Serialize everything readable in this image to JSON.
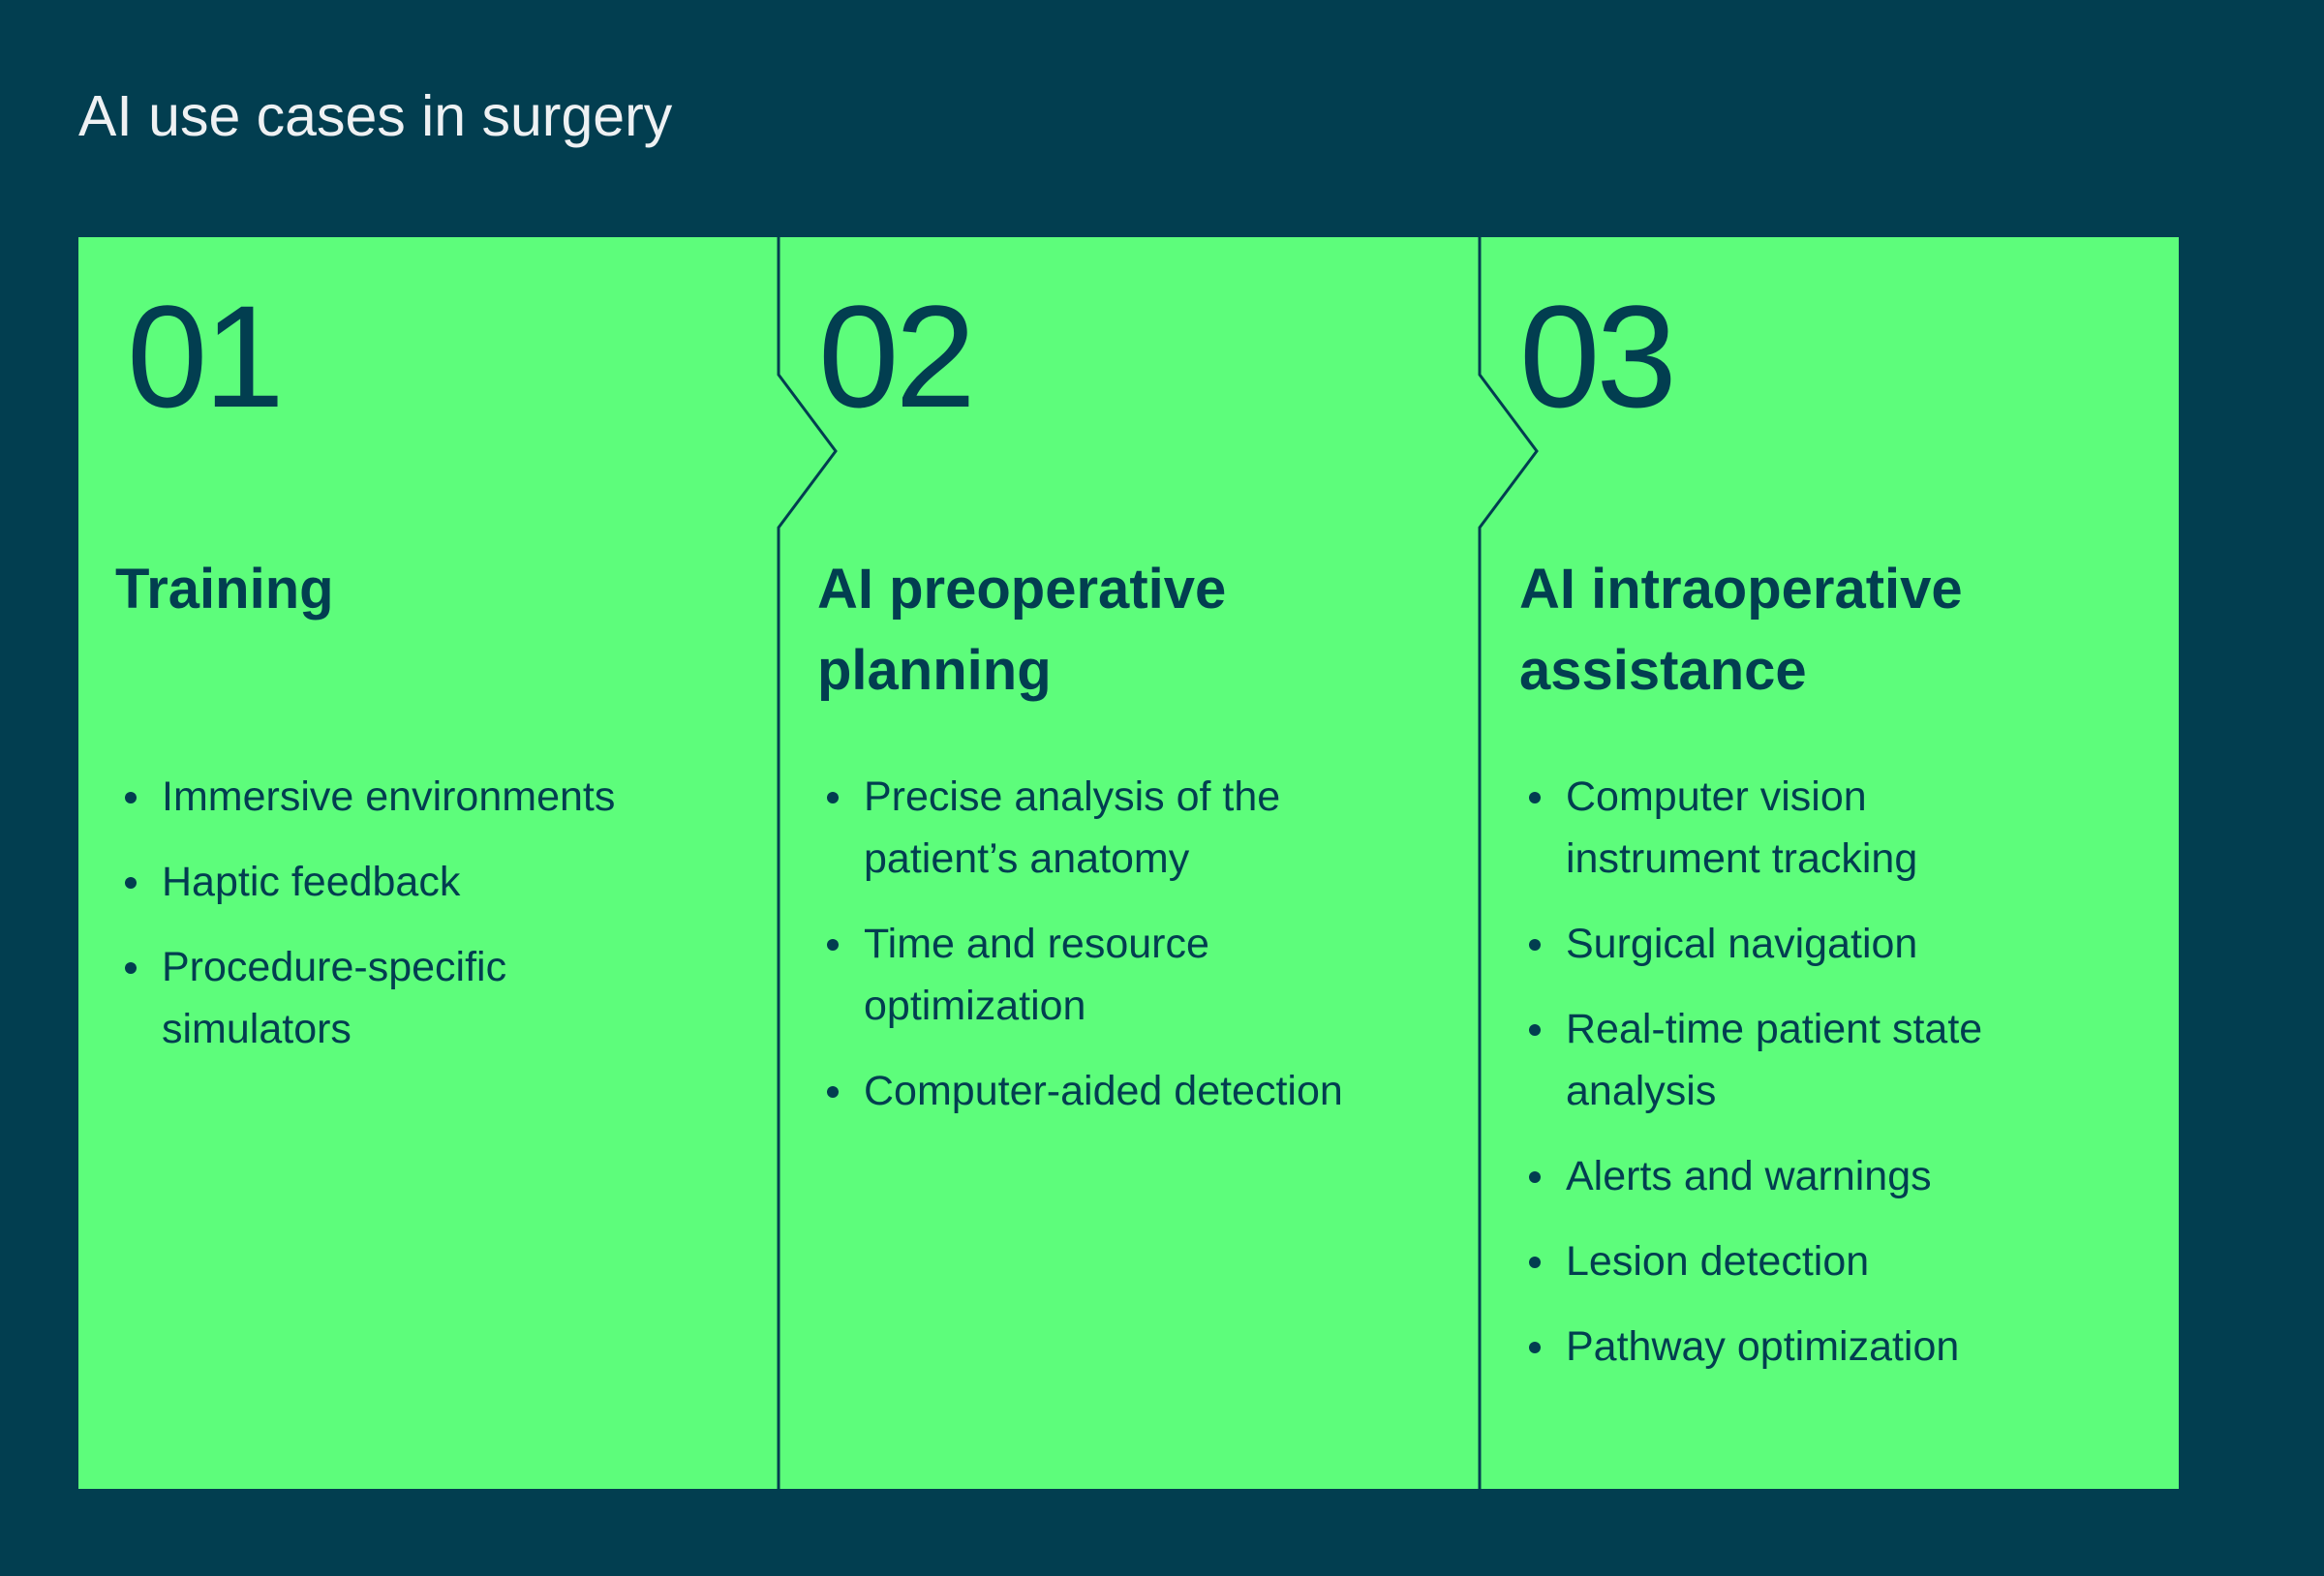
{
  "title": "AI use cases in surgery",
  "colors": {
    "background": "#023e50",
    "panel": "#5dfd7b",
    "text_dark": "#023e50",
    "title_text": "#eef1f3"
  },
  "steps": [
    {
      "number": "01",
      "heading": "Training",
      "items": [
        "Immersive environments",
        "Haptic feedback",
        "Procedure-specific simulators"
      ]
    },
    {
      "number": "02",
      "heading": "AI preoperative planning",
      "items": [
        "Precise analysis of the patient’s anatomy",
        "Time and resource optimization",
        "Computer-aided detection"
      ]
    },
    {
      "number": "03",
      "heading": "AI intraoperative assistance",
      "items": [
        "Computer vision instrument tracking",
        "Surgical navigation",
        "Real-time patient state analysis",
        "Alerts and warnings",
        "Lesion detection",
        "Pathway optimization"
      ]
    }
  ]
}
